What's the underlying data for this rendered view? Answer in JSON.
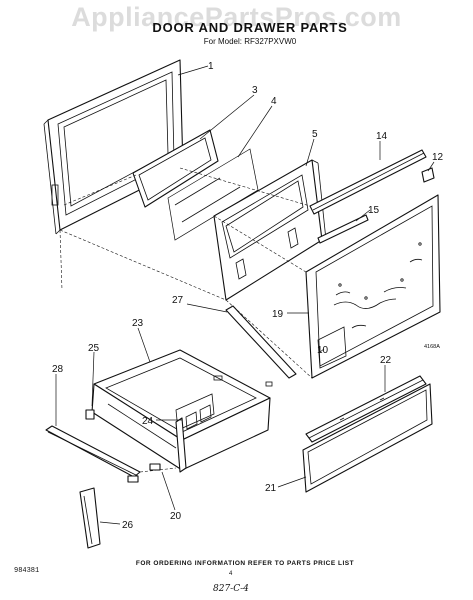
{
  "watermark": "AppliancePartsPros.com",
  "title": "DOOR AND DRAWER PARTS",
  "subtitle": "For Model: RF327PXVW0",
  "fig_code": "4168A",
  "callouts": {
    "c1": "1",
    "c3": "3",
    "c4": "4",
    "c5": "5",
    "c14": "14",
    "c12": "12",
    "c15": "15",
    "c19": "19",
    "c10": "10",
    "c27": "27",
    "c23": "23",
    "c25": "25",
    "c28": "28",
    "c24": "24",
    "c22": "22",
    "c21": "21",
    "c20": "20",
    "c26": "26"
  },
  "footer_note": "FOR ORDERING INFORMATION REFER TO PARTS PRICE LIST",
  "doc_number": "984381",
  "page_number": "4",
  "handwritten_note": "827-C-4"
}
